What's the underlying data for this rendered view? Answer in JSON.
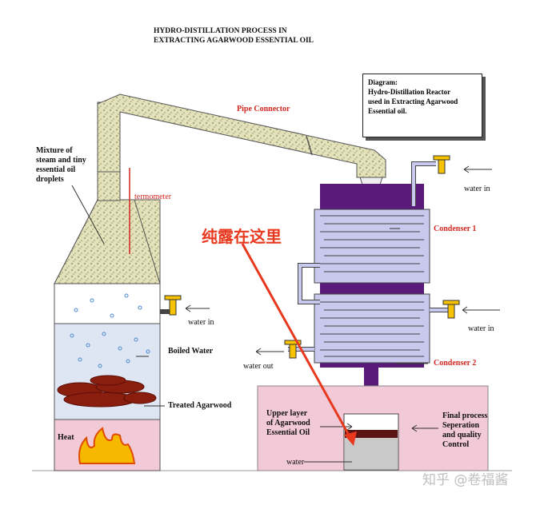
{
  "title": {
    "line1": "HYDRO-DISTILLATION PROCESS IN",
    "line2": "EXTRACTING AGARWOOD ESSENTIAL OIL"
  },
  "diagram_box": {
    "line1": "Diagram:",
    "line2": "Hydro-Distillation Reactor",
    "line3": "used in Extracting Agarwood",
    "line4": "Essential oil."
  },
  "labels": {
    "pipe_connector": "Pipe Connector",
    "mixture1": "Mixture of",
    "mixture2": "steam and tiny",
    "mixture3": "essential oil",
    "mixture4": "droplets",
    "termometer": "termometer",
    "water_in_left": "water in",
    "boiled_water": "Boiled Water",
    "treated_agarwood": "Treated Agarwood",
    "heat": "Heat",
    "condenser1": "Condenser 1",
    "condenser2": "Condenser 2",
    "water_in_top": "water in",
    "water_in_right": "water in",
    "water_out": "water out",
    "upper_layer1": "Upper layer",
    "upper_layer2": "of Agarwood",
    "upper_layer3": "Essential Oil",
    "water": "water",
    "final1": "Final process",
    "final2": "Seperation",
    "final3": "and quality",
    "final4": "Control"
  },
  "annotation": "纯露在这里",
  "watermark": "知乎 @卷福酱",
  "colors": {
    "accent": "#d0261f",
    "condenser": "#5a1a7a",
    "coil": "#c9c9ee",
    "base": "#f2c9d6",
    "wood": "#8a1e0e"
  }
}
